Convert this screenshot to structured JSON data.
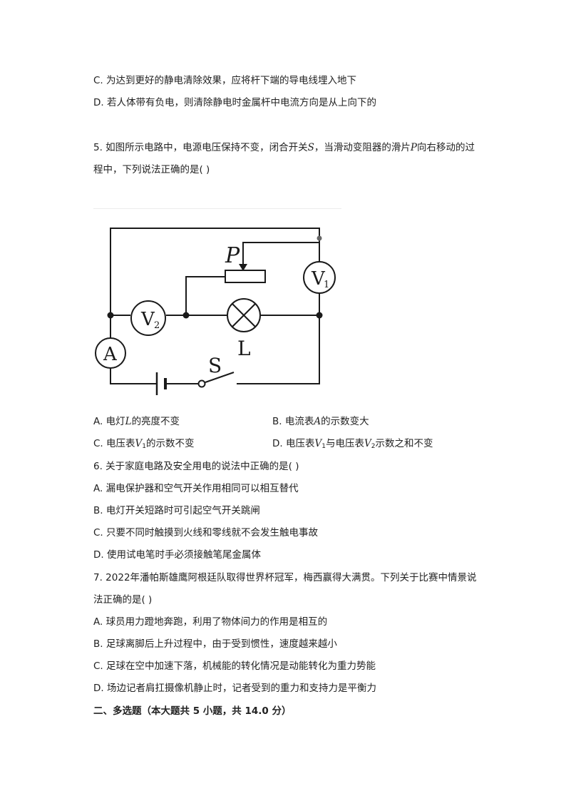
{
  "q4": {
    "optC": "C. 为达到更好的静电清除效果，应将杆下端的导电线埋入地下",
    "optD": "D. 若人体带有负电，则清除静电时金属杆中电流方向是从上向下的"
  },
  "q5": {
    "stem_l1_a": "5.  如图所示电路中，电源电压保持不变，闭合开关",
    "stem_l1_S": "S",
    "stem_l1_b": "，当滑动变阻器的滑片",
    "stem_l1_P": "P",
    "stem_l1_c": "向右移动的过",
    "stem_l2": "程中，下列说法正确的是(    )",
    "figure": {
      "P": "P",
      "V1_main": "V",
      "V1_sub": "1",
      "V2_main": "V",
      "V2_sub": "2",
      "A": "A",
      "L": "L",
      "S": "S"
    },
    "optA_a": "A. 电灯",
    "optA_L": "L",
    "optA_b": "的亮度不变",
    "optB_a": "B. 电流表",
    "optB_A": "A",
    "optB_b": "的示数变大",
    "optC_a": "C. 电压表",
    "optC_V": "V",
    "optC_sub": "1",
    "optC_b": "的示数不变",
    "optD_a": "D. 电压表",
    "optD_V1": "V",
    "optD_sub1": "1",
    "optD_mid": "与电压表",
    "optD_V2": "V",
    "optD_sub2": "2",
    "optD_b": "示数之和不变"
  },
  "q6": {
    "stem": "6.  关于家庭电路及安全用电的说法中正确的是(    )",
    "optA": "A. 漏电保护器和空气开关作用相同可以相互替代",
    "optB": "B. 电灯开关短路时可引起空气开关跳闸",
    "optC": "C. 只要不同时触摸到火线和零线就不会发生触电事故",
    "optD": "D. 使用试电笔时手必须接触笔尾金属体"
  },
  "q7": {
    "stem_l1": "7.   2022年潘帕斯雄鹰阿根廷队取得世界杯冠军，梅西赢得大满贯。下列关于比赛中情景说",
    "stem_l2": "法正确的是(    )",
    "optA": "A. 球员用力蹬地奔跑，利用了物体间力的作用是相互的",
    "optB": "B. 足球离脚后上升过程中，由于受到惯性，速度越来越小",
    "optC": "C. 足球在空中加速下落，机械能的转化情况是动能转化为重力势能",
    "optD": "D. 场边记者肩扛摄像机静止时，记者受到的重力和支持力是平衡力"
  },
  "section2": "二、多选题（本大题共 5 小题，共 14.0 分）"
}
